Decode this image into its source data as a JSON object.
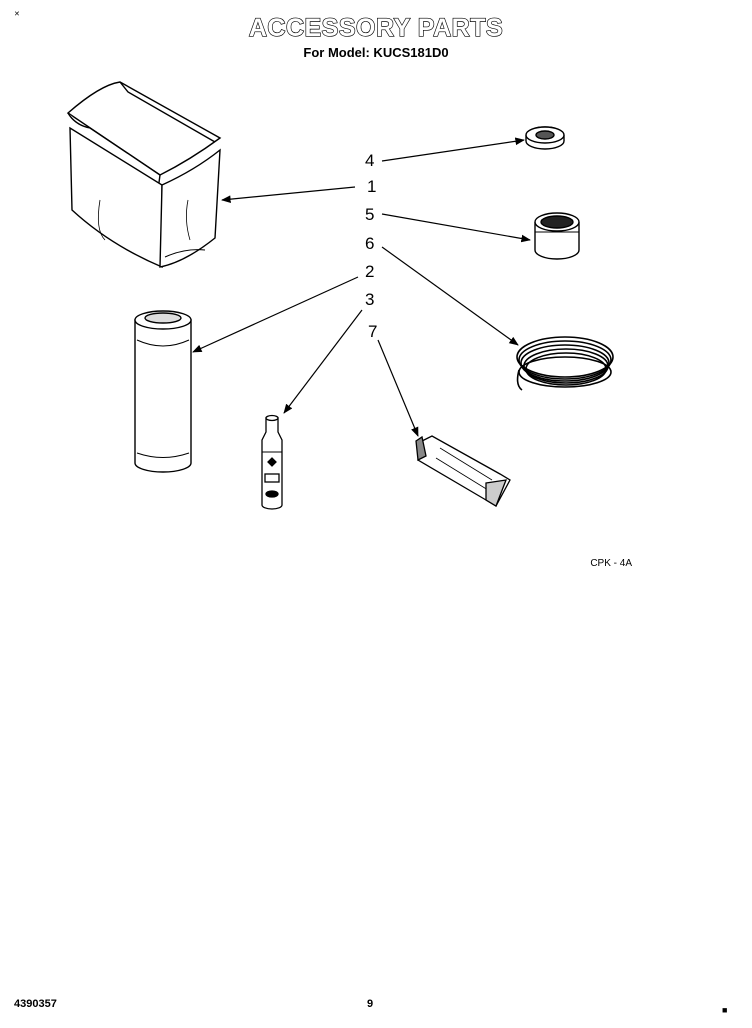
{
  "header": {
    "title": "ACCESSORY PARTS",
    "subtitle": "For Model: KUCS181D0"
  },
  "callouts": [
    "4",
    "1",
    "5",
    "6",
    "2",
    "3",
    "7"
  ],
  "reference_code": "CPK - 4A",
  "footer": {
    "doc_number": "4390357",
    "page_number": "9"
  },
  "colors": {
    "ink": "#000000",
    "paper": "#ffffff",
    "shade": "#cccccc"
  }
}
